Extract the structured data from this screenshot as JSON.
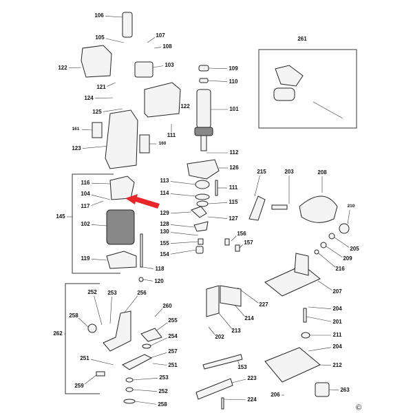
{
  "title_ref": "261",
  "copyright_symbol": "©",
  "arrow_color": "#e8262a",
  "labels": [
    "106",
    "105",
    "107",
    "108",
    "122",
    "103",
    "121",
    "124",
    "125",
    "122",
    "161",
    "160",
    "123",
    "111",
    "109",
    "110",
    "101",
    "112",
    "126",
    "113",
    "111",
    "114",
    "115",
    "116",
    "104",
    "117",
    "145",
    "102",
    "129",
    "127",
    "128",
    "130",
    "155",
    "154",
    "156",
    "157",
    "119",
    "118",
    "120",
    "252",
    "253",
    "256",
    "260",
    "258",
    "255",
    "262",
    "254",
    "257",
    "251",
    "251",
    "259",
    "253",
    "252",
    "258",
    "227",
    "214",
    "213",
    "202",
    "153",
    "223",
    "224",
    "215",
    "203",
    "208",
    "210",
    "205",
    "209",
    "216",
    "207",
    "204",
    "201",
    "211",
    "204",
    "212",
    "263",
    "206",
    "261"
  ]
}
